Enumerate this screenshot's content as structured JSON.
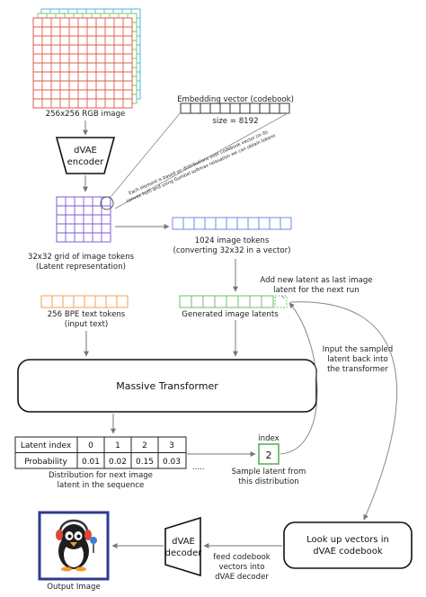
{
  "rgb_image": {
    "label": "256x256 RGB image",
    "layer_colors": [
      "#4fb3e8",
      "#7bc96f",
      "#e15b4d"
    ]
  },
  "encoder": {
    "line1": "dVAE",
    "line2": "encoder"
  },
  "codebook": {
    "title": "Embedding vector (codebook)",
    "size_label": "size = 8192"
  },
  "note": {
    "line1": "Each element is based on distributions over codebook vector (in its",
    "line2": "convex hull) and using Gumbel softmax relaxation we can obtain tokens"
  },
  "grid_tokens": {
    "line1": "32x32 grid of image tokens",
    "line2": "(Latent representation)",
    "color": "#7b5bd6"
  },
  "image_tokens": {
    "line1": "1024 image tokens",
    "line2": "(converting 32x32 in a vector)",
    "color": "#6b8fe0"
  },
  "bpe_tokens": {
    "line1": "256 BPE text tokens",
    "line2": "(input text)",
    "color": "#f2a25c"
  },
  "generated": {
    "label": "Generated image latents",
    "color": "#6fbf6a"
  },
  "add_latent": {
    "line1": "Add new latent as last image",
    "line2": "latent for the next run"
  },
  "input_sampled": {
    "line1": "Input the sampled",
    "line2": "latent back into",
    "line3": "the transformer"
  },
  "transformer": {
    "label": "Massive Transformer"
  },
  "table": {
    "row1": [
      "Latent index",
      "0",
      "1",
      "2",
      "3"
    ],
    "row2": [
      "Probability",
      "0.01",
      "0.02",
      "0.15",
      "0.03"
    ],
    "ellipsis": ".....",
    "caption_line1": "Distribution for next image",
    "caption_line2": "latent in the sequence"
  },
  "sample": {
    "index_label": "index",
    "value": "2",
    "line1": "Sample latent from",
    "line2": "this distribution"
  },
  "lookup": {
    "line1": "Look up vectors in",
    "line2": "dVAE codebook"
  },
  "decoder": {
    "line1": "dVAE",
    "line2": "decoder"
  },
  "feed": {
    "line1": "feed codebook",
    "line2": "vectors into",
    "line3": "dVAE decoder"
  },
  "output": {
    "label": "Output Image",
    "icon": "penguin-with-headphones-icon",
    "frame_color": "#2c3a8f"
  }
}
